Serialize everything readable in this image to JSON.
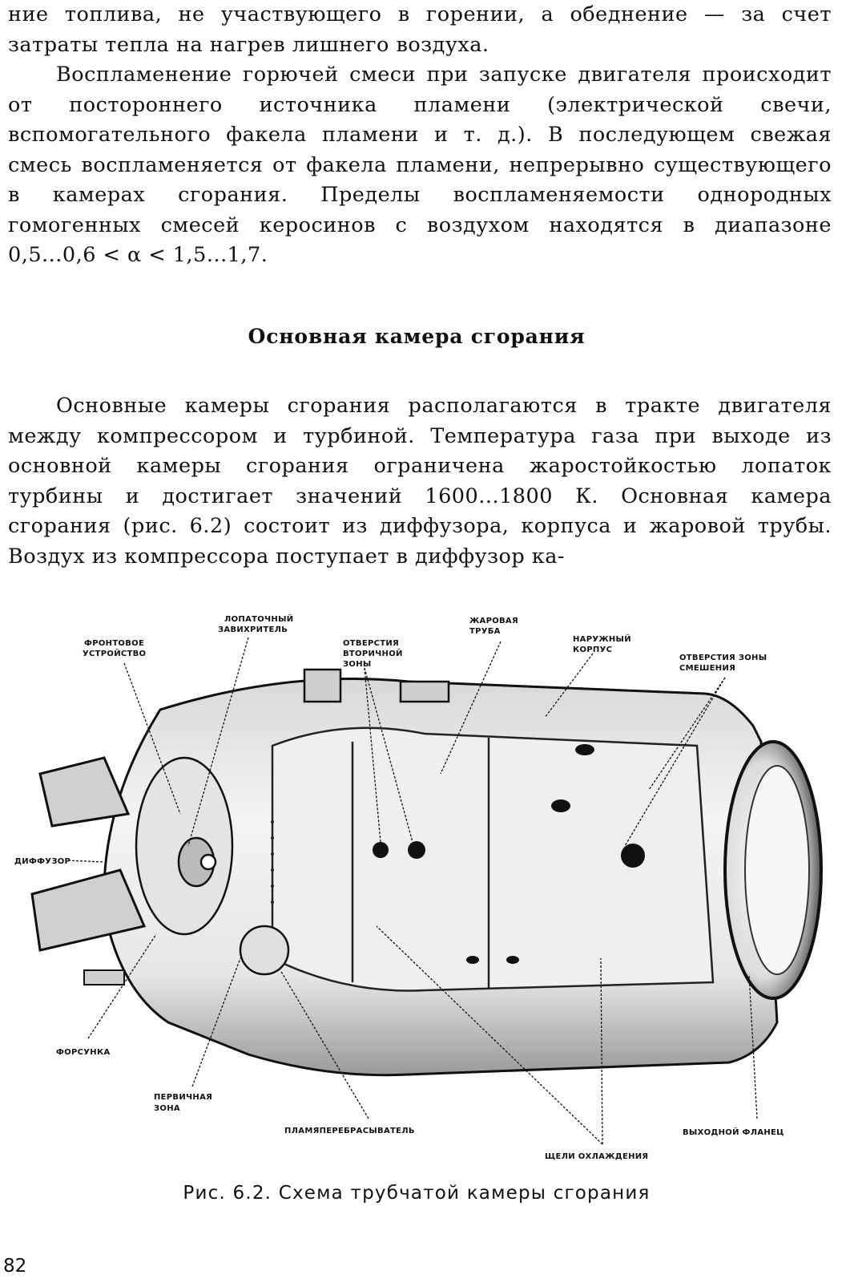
{
  "paragraphs": [
    "ние топлива, не участвующего в горении, а обеднение — за счет затраты тепла на нагрев лишнего воздуха.",
    "Воспламенение горючей смеси при запуске двигателя происходит от постороннего источника пламени (электрической свечи, вспомогательного факела пламени и т. д.). В последующем свежая смесь воспламеняется от факела пламени, непрерывно существующего в камерах сгорания. Пределы воспламеняемости однородных гомогенных смесей керосинов с воздухом находятся в диапазоне 0,5...0,6 < α < 1,5...1,7.",
    "Основные камеры сгорания располагаются в тракте двигателя между компрессором и турбиной. Температура газа при выходе из основной камеры сгорания ограничена жаростойкостью лопаток турбины и достигает значений 1600...1800 К. Основная камера сгорания (рис. 6.2) состоит из диффузора, корпуса и жаровой трубы. Воздух из компрессора поступает в диффузор ка-"
  ],
  "heading": "Основная камера сгорания",
  "figure": {
    "labels": {
      "swirler_1": "ЛОПАТОЧНЫЙ",
      "swirler_2": "ЗАВИХРИТЕЛЬ",
      "front_1": "ФРОНТОВОЕ",
      "front_2": "УСТРОЙСТВО",
      "secondary_1": "ОТВЕРСТИЯ",
      "secondary_2": "ВТОРИЧНОЙ",
      "secondary_3": "ЗОНЫ",
      "liner_1": "ЖАРОВАЯ",
      "liner_2": "ТРУБА",
      "casing_1": "НАРУЖНЫЙ",
      "casing_2": "КОРПУС",
      "mixing_1": "ОТВЕРСТИЯ ЗОНЫ",
      "mixing_2": "СМЕШЕНИЯ",
      "diffuser": "ДИФФУЗОР",
      "nozzle": "ФОРСУНКА",
      "primary_1": "ПЕРВИЧНАЯ",
      "primary_2": "ЗОНА",
      "crossfire": "ПЛАМЯПЕРЕБРАСЫВАТЕЛЬ",
      "exit_flange": "ВЫХОДНОЙ ФЛАНЕЦ",
      "cooling_slots": "ЩЕЛИ ОХЛАЖДЕНИЯ"
    }
  },
  "caption": "Рис. 6.2. Схема трубчатой камеры сгорания",
  "page_number": "82"
}
